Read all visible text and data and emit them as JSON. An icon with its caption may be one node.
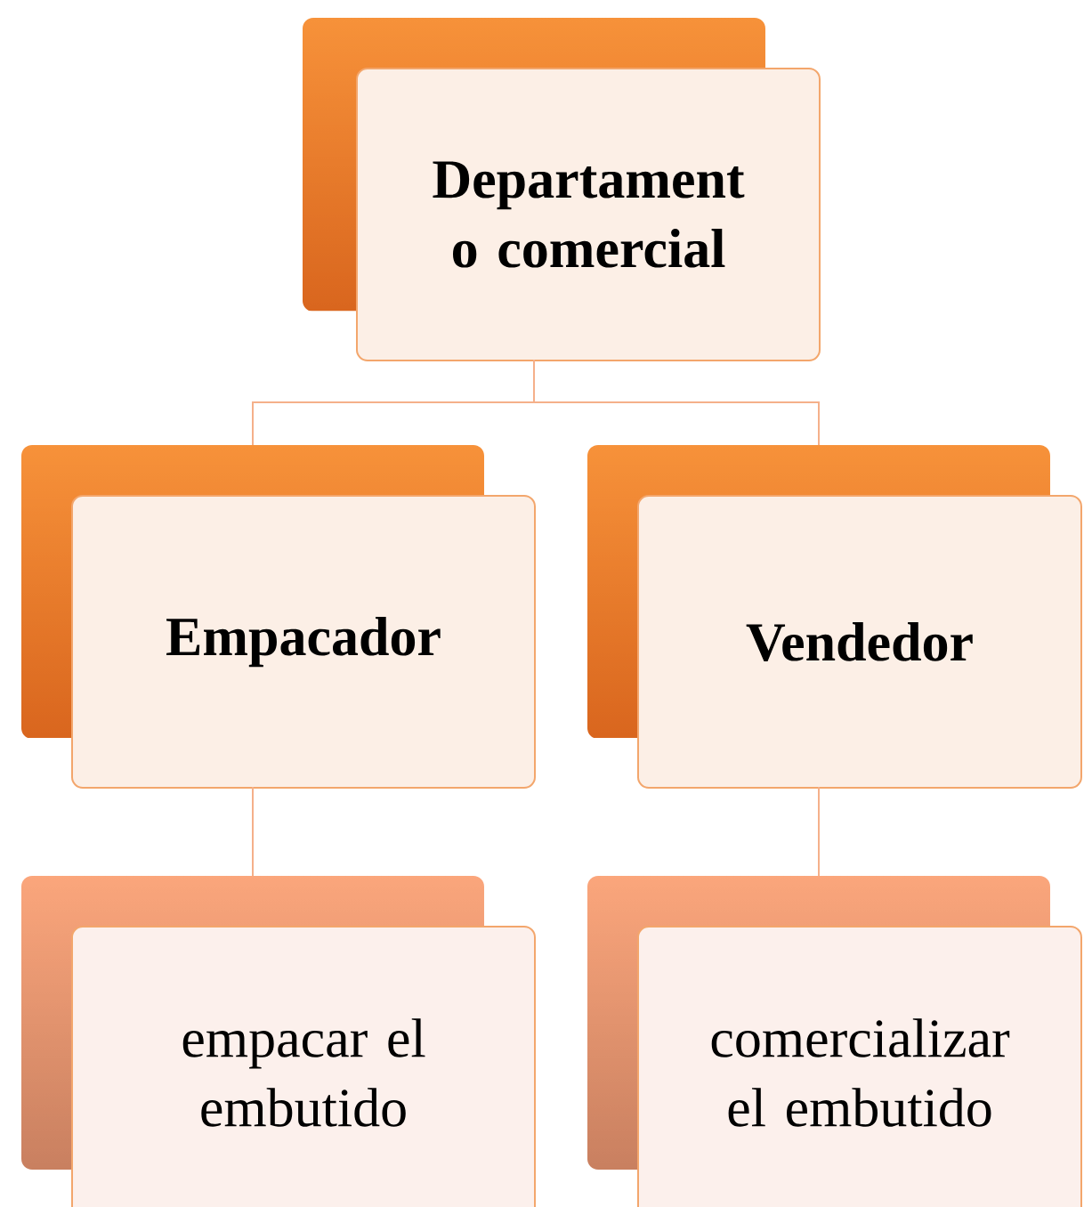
{
  "diagram": {
    "nodes": [
      {
        "text": [
          "Departament o comercial"
        ]
      },
      {
        "text": [
          "Empacador"
        ]
      },
      {
        "text": [
          "Vendedor"
        ]
      },
      {
        "text": [
          "empacar el embutido"
        ]
      },
      {
        "text": [
          "comercializar el embutido"
        ]
      }
    ],
    "edges": [
      {
        "from": 0,
        "to": 1,
        "arrow": "none"
      },
      {
        "from": 0,
        "to": 2,
        "arrow": "none"
      },
      {
        "from": 1,
        "to": 3,
        "arrow": "none"
      },
      {
        "from": 2,
        "to": 4,
        "arrow": "none"
      }
    ]
  }
}
